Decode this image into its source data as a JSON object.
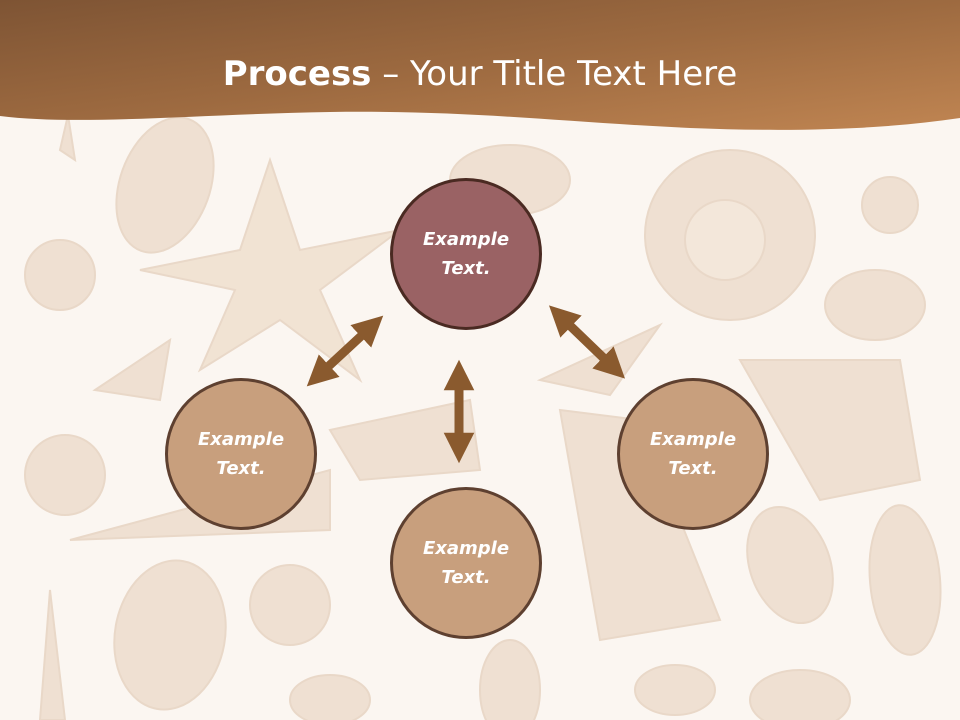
{
  "slide": {
    "title_bold": "Process",
    "title_rest": " – Your Title Text Here",
    "colors": {
      "header_start": "#7e5434",
      "header_end": "#c08552",
      "arrow": "#8a5a2e",
      "node_fill": "#c89f7d",
      "node_top_fill": "#9a6264",
      "node_border": "#5e4030",
      "background": "#fbf6f1"
    }
  },
  "nodes": {
    "top": {
      "line1": "Example",
      "line2": "Text."
    },
    "left": {
      "line1": "Example",
      "line2": "Text."
    },
    "bottom": {
      "line1": "Example",
      "line2": "Text."
    },
    "right": {
      "line1": "Example",
      "line2": "Text."
    }
  },
  "arrows": [
    "double-arrow-icon",
    "double-arrow-icon",
    "double-arrow-icon"
  ]
}
